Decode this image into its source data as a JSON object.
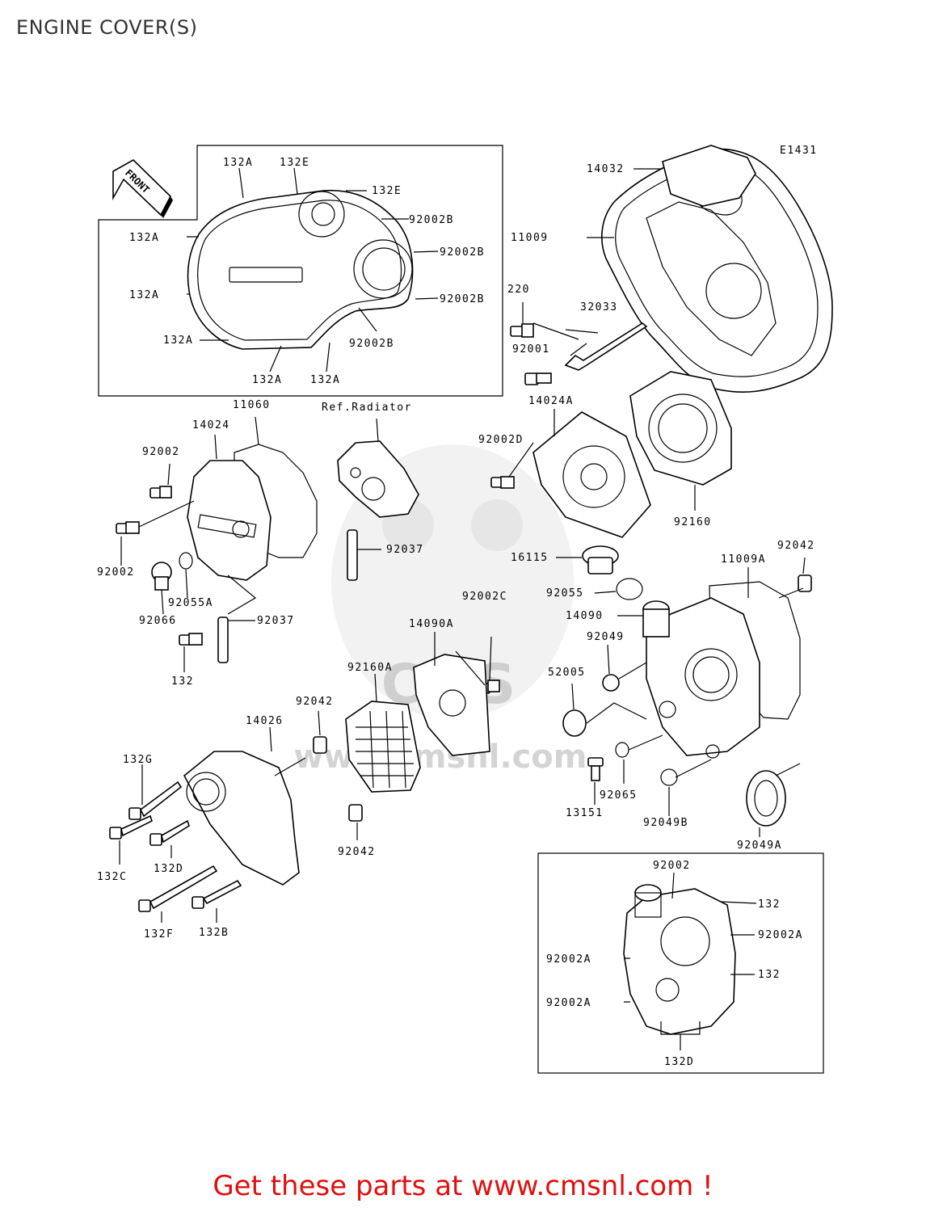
{
  "title": "ENGINE COVER(S)",
  "figure_code": "E1431",
  "front_arrow_label": "FRONT",
  "watermark_text": "www.cmsnl.com",
  "footer_cta": "Get these parts at www.cmsnl.com !",
  "colors": {
    "footer_text": "#e01010",
    "lines": "#000000",
    "watermark": "#d9d9d9"
  },
  "labels": {
    "l_132A_top": "132A",
    "l_132E_top": "132E",
    "l_132E_r": "132E",
    "l_92002B_1": "92002B",
    "l_92002B_2": "92002B",
    "l_92002B_3": "92002B",
    "l_132A_l1": "132A",
    "l_132A_l2": "132A",
    "l_132A_l3": "132A",
    "l_92002B_4": "92002B",
    "l_132A_b1": "132A",
    "l_132A_b2": "132A",
    "l_14032": "14032",
    "l_11009": "11009",
    "l_220": "220",
    "l_32033": "32033",
    "l_92001": "92001",
    "l_11060": "11060",
    "l_ref_radiator": "Ref.Radiator",
    "l_14024": "14024",
    "l_14024A": "14024A",
    "l_92002D": "92002D",
    "l_92002_a": "92002",
    "l_92002_b": "92002",
    "l_92037_a": "92037",
    "l_92055A": "92055A",
    "l_92066": "92066",
    "l_92037_b": "92037",
    "l_132": "132",
    "l_92160": "92160",
    "l_16115": "16115",
    "l_92042_r": "92042",
    "l_11009A": "11009A",
    "l_92055": "92055",
    "l_14090": "14090",
    "l_92002C": "92002C",
    "l_14090A": "14090A",
    "l_92049": "92049",
    "l_92160A": "92160A",
    "l_52005": "52005",
    "l_92042_m": "92042",
    "l_14026": "14026",
    "l_132G": "132G",
    "l_92065": "92065",
    "l_13151": "13151",
    "l_92049B": "92049B",
    "l_92049A": "92049A",
    "l_132C": "132C",
    "l_132D": "132D",
    "l_92042_b": "92042",
    "l_132F": "132F",
    "l_132B": "132B",
    "l_in_92002": "92002",
    "l_in_132_1": "132",
    "l_in_92002A_r": "92002A",
    "l_in_92002A_l1": "92002A",
    "l_in_132_2": "132",
    "l_in_92002A_l2": "92002A",
    "l_in_132D": "132D"
  }
}
